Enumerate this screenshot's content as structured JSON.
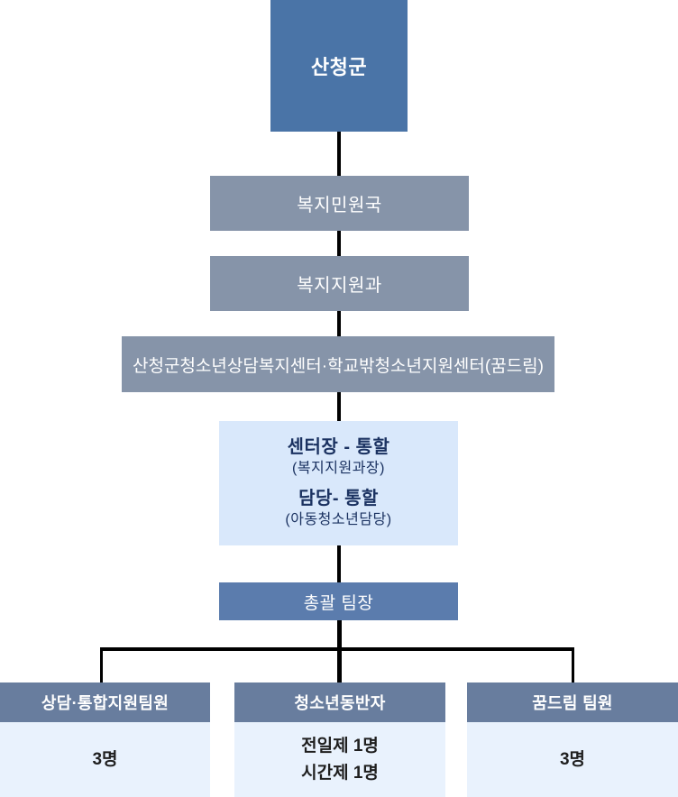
{
  "diagram": {
    "type": "org-chart",
    "nodes": {
      "government": "산청군",
      "bureau": "복지민원국",
      "department": "복지지원과",
      "center": "산청군청소년상담복지센터·학교밖청소년지원센터(꿈드림)",
      "management": {
        "director_title": "센터장 - 통할",
        "director_note": "(복지지원과장)",
        "manager_title": "담당- 통할",
        "manager_note": "(아동청소년담당)"
      },
      "team_lead": "총괄 팀장",
      "teams": [
        {
          "name": "상담·통합지원팀원",
          "staff": [
            "3명"
          ]
        },
        {
          "name": "청소년동반자",
          "staff": [
            "전일제 1명",
            "시간제 1명"
          ]
        },
        {
          "name": "꿈드림 팀원",
          "staff": [
            "3명"
          ]
        }
      ]
    },
    "colors": {
      "top_node": "#4a74a7",
      "mid_node": "#8694a9",
      "management_bg": "#d9e8fb",
      "management_text": "#1b3261",
      "lead_node": "#5b7cad",
      "team_header": "#687d9e",
      "team_body": "#e9f2fd",
      "connector": "#000000"
    }
  }
}
